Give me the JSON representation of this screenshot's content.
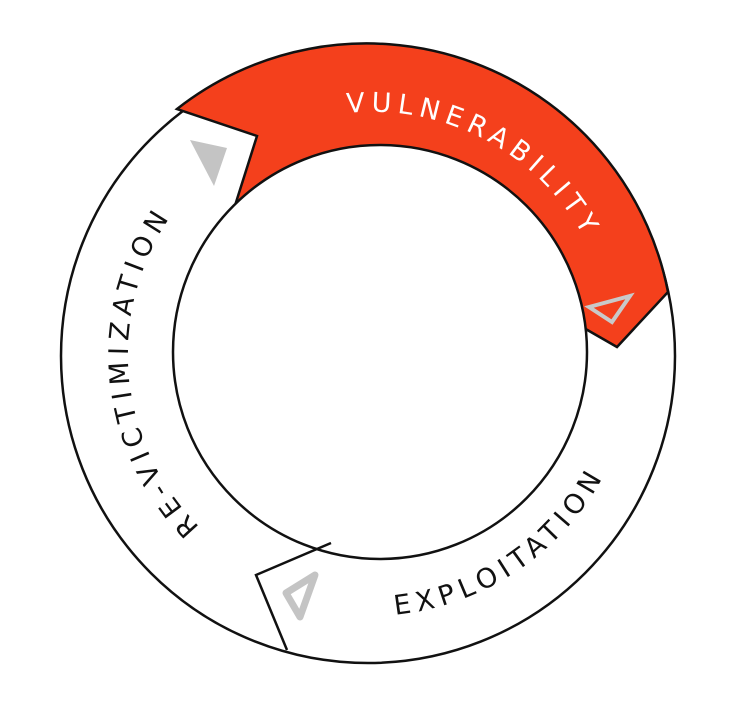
{
  "diagram": {
    "stages": [
      {
        "label": "VULNERABILITY",
        "fill": "#f4401c",
        "text_color": "#ffffff"
      },
      {
        "label": "EXPLOITATION",
        "fill": "#ffffff",
        "text_color": "#111111"
      },
      {
        "label": "RE-VICTIMIZATION",
        "fill": "#ffffff",
        "text_color": "#111111"
      }
    ],
    "arrow_color": "#c4c4c4",
    "outline_color": "#111111"
  }
}
